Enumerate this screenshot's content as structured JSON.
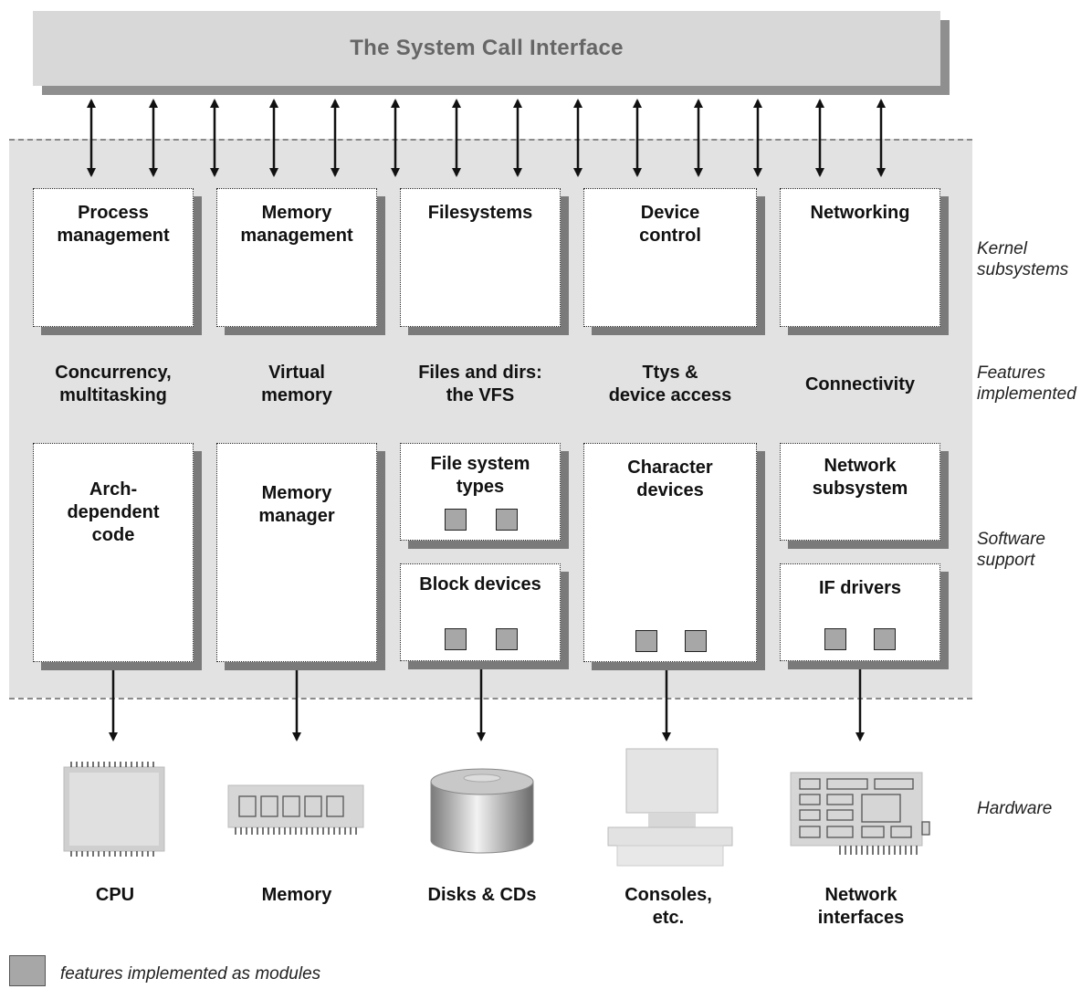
{
  "syscall_interface": "The System Call Interface",
  "row_labels": {
    "kernel_subsystems": "Kernel\nsubsystems",
    "features_implemented": "Features\nimplemented",
    "software_support": "Software\nsupport",
    "hardware": "Hardware"
  },
  "subsystems": {
    "process": "Process\nmanagement",
    "memory": "Memory\nmanagement",
    "filesystems": "Filesystems",
    "device": "Device\ncontrol",
    "networking": "Networking"
  },
  "features": {
    "concurrency": "Concurrency,\nmultitasking",
    "virtual_memory": "Virtual\nmemory",
    "files_dirs": "Files and dirs:\nthe VFS",
    "ttys": "Ttys &\ndevice access",
    "connectivity": "Connectivity"
  },
  "software": {
    "arch": "Arch-\ndependent\ncode",
    "memory_manager": "Memory\nmanager",
    "fs_types": "File system\ntypes",
    "block_devices": "Block devices",
    "char_devices": "Character\ndevices",
    "net_subsystem": "Network\nsubsystem",
    "if_drivers": "IF drivers"
  },
  "hardware": {
    "cpu": "CPU",
    "memory": "Memory",
    "disks": "Disks & CDs",
    "consoles": "Consoles,\netc.",
    "network": "Network\ninterfaces"
  },
  "legend": "features implemented as modules",
  "icons": [
    "cpu-icon",
    "memory-module-icon",
    "disk-icon",
    "console-icon",
    "network-card-icon"
  ]
}
